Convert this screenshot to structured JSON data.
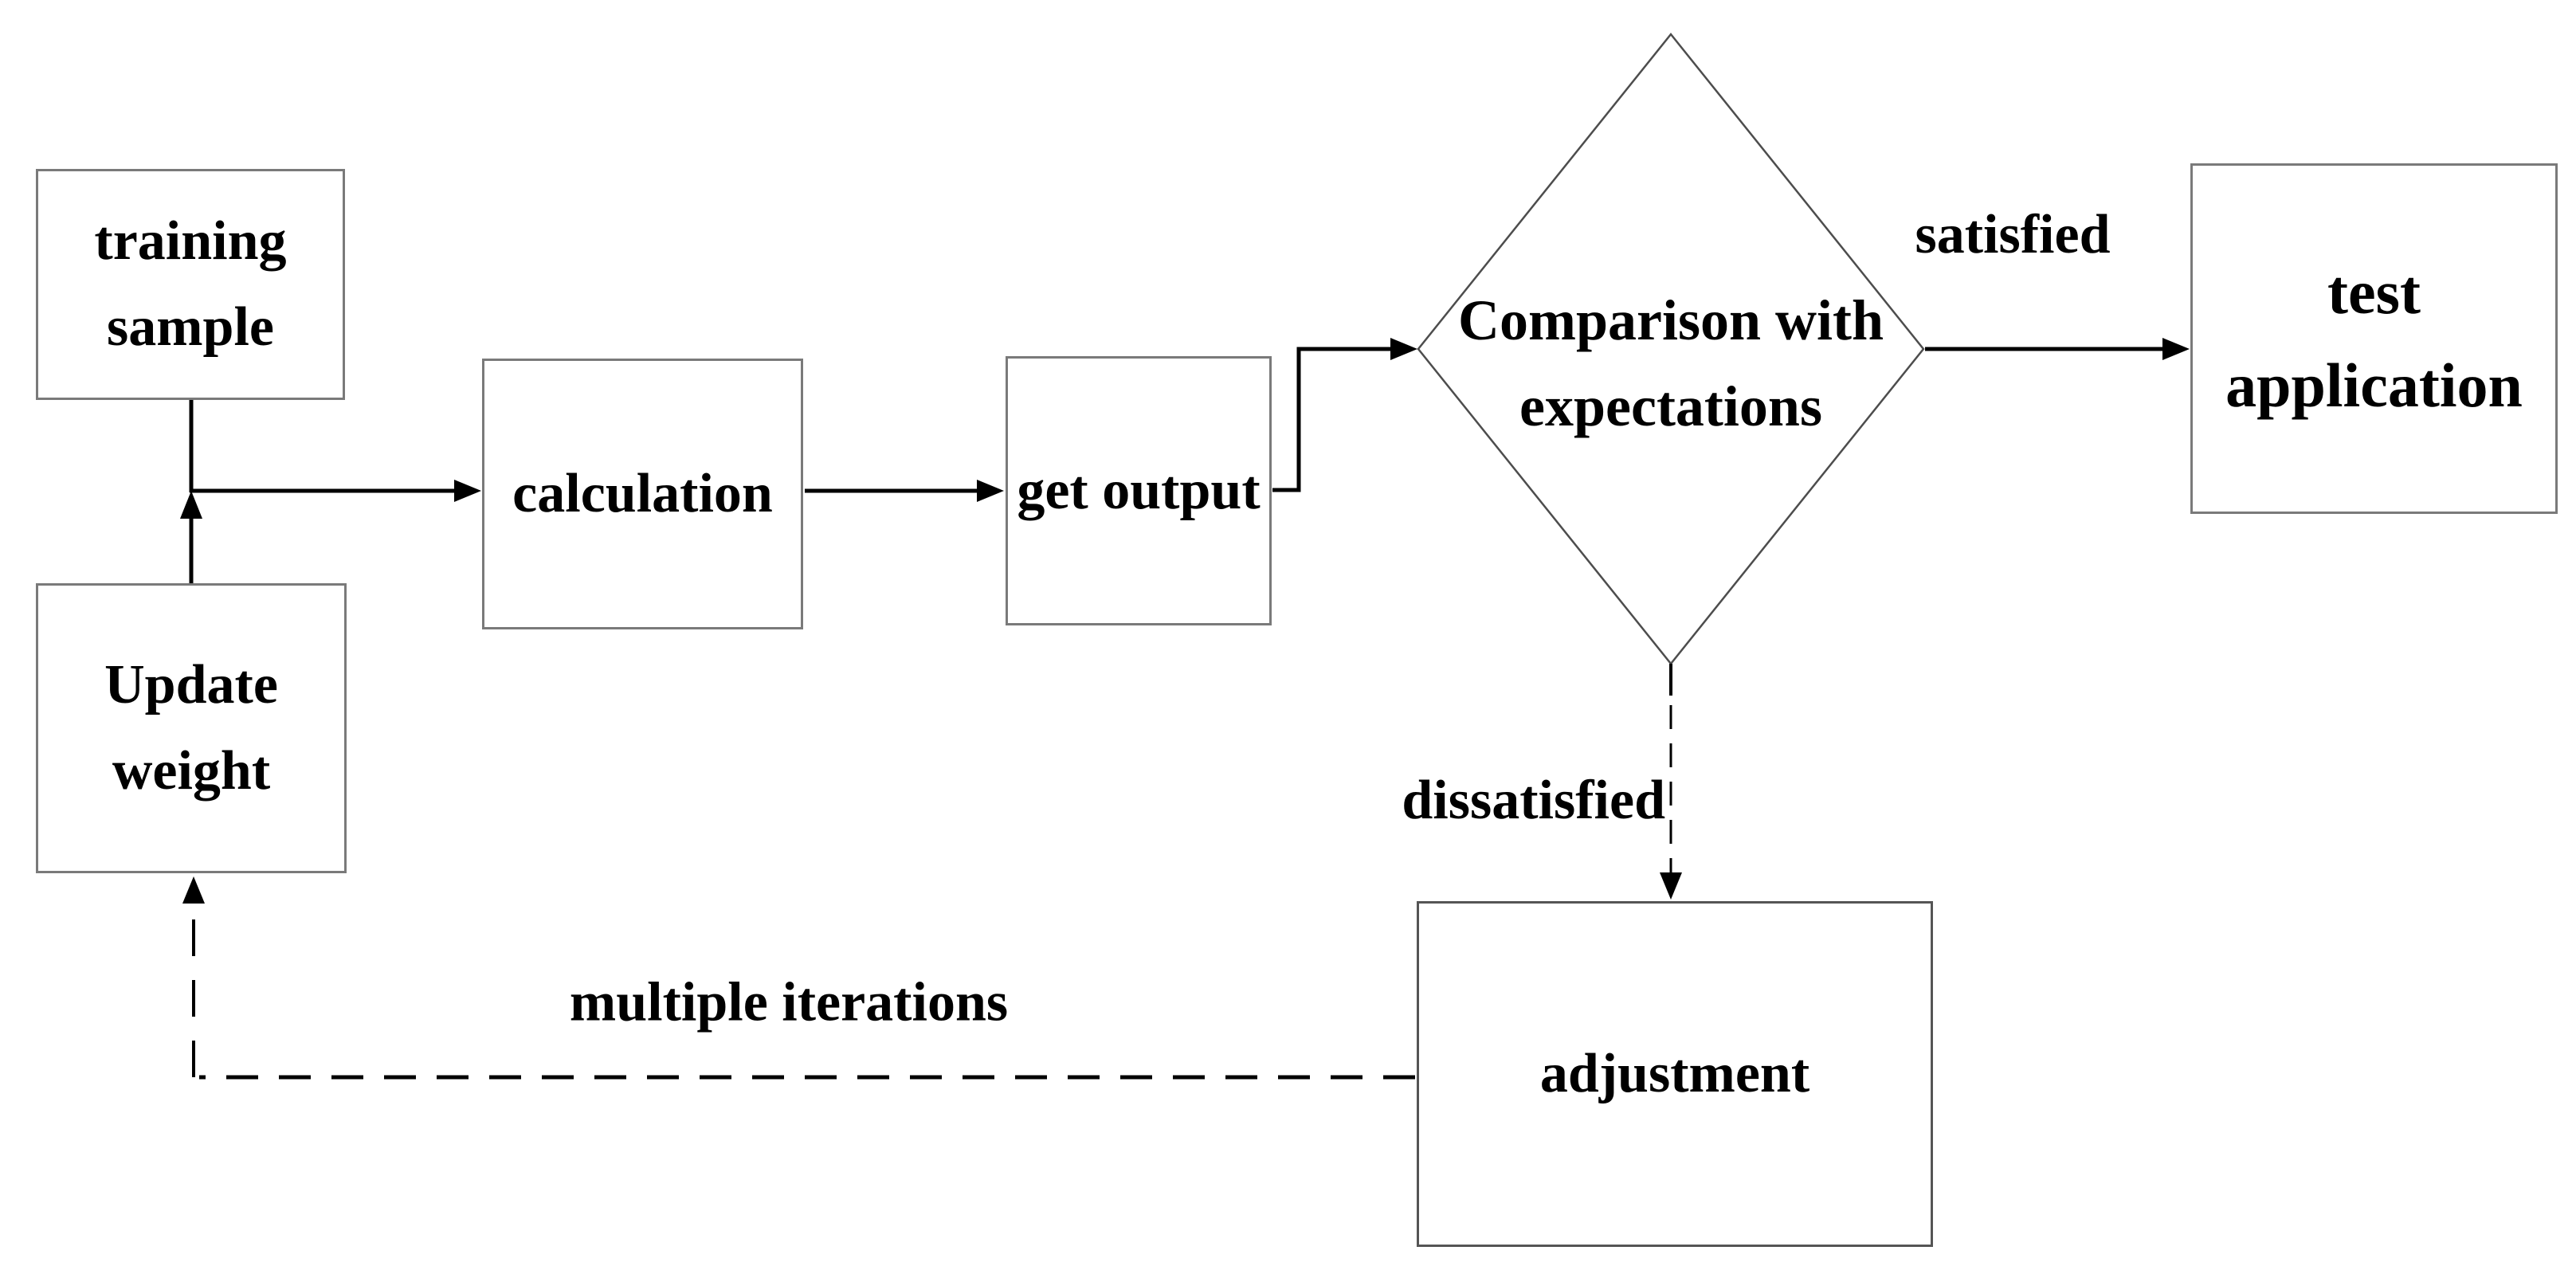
{
  "diagram": {
    "type": "flowchart",
    "nodes": {
      "training_sample": {
        "shape": "rectangle",
        "line1": "training",
        "line2": "sample"
      },
      "update_weight": {
        "shape": "rectangle",
        "line1": "Update",
        "line2": "weight"
      },
      "calculation": {
        "shape": "rectangle",
        "label": "calculation"
      },
      "get_output": {
        "shape": "rectangle",
        "label": "get output"
      },
      "comparison": {
        "shape": "diamond",
        "line1": "Comparison with",
        "line2": "expectations"
      },
      "test_application": {
        "shape": "rectangle",
        "line1": "test",
        "line2": "application"
      },
      "adjustment": {
        "shape": "rectangle",
        "label": "adjustment"
      }
    },
    "edge_labels": {
      "satisfied": "satisfied",
      "dissatisfied": "dissatisfied",
      "loop_line1": "multiple",
      "loop_line2": "iterations"
    },
    "edges": [
      {
        "from": "training sample",
        "to": "calculation",
        "style": "solid"
      },
      {
        "from": "Update weight",
        "to": "calculation",
        "style": "solid"
      },
      {
        "from": "calculation",
        "to": "get output",
        "style": "solid"
      },
      {
        "from": "get output",
        "to": "Comparison with expectations",
        "style": "solid"
      },
      {
        "from": "Comparison with expectations",
        "to": "test application",
        "style": "solid",
        "label": "satisfied"
      },
      {
        "from": "Comparison with expectations",
        "to": "adjustment",
        "style": "dashed",
        "label": "dissatisfied"
      },
      {
        "from": "adjustment",
        "to": "Update weight",
        "style": "dashed",
        "label": "multiple iterations"
      }
    ]
  },
  "colors": {
    "background": "#ffffff",
    "box_border": "#7a7a7a",
    "adjustment_border": "#555555",
    "diamond_border": "#4d4d4d",
    "arrow": "#000000",
    "text": "#000000"
  }
}
